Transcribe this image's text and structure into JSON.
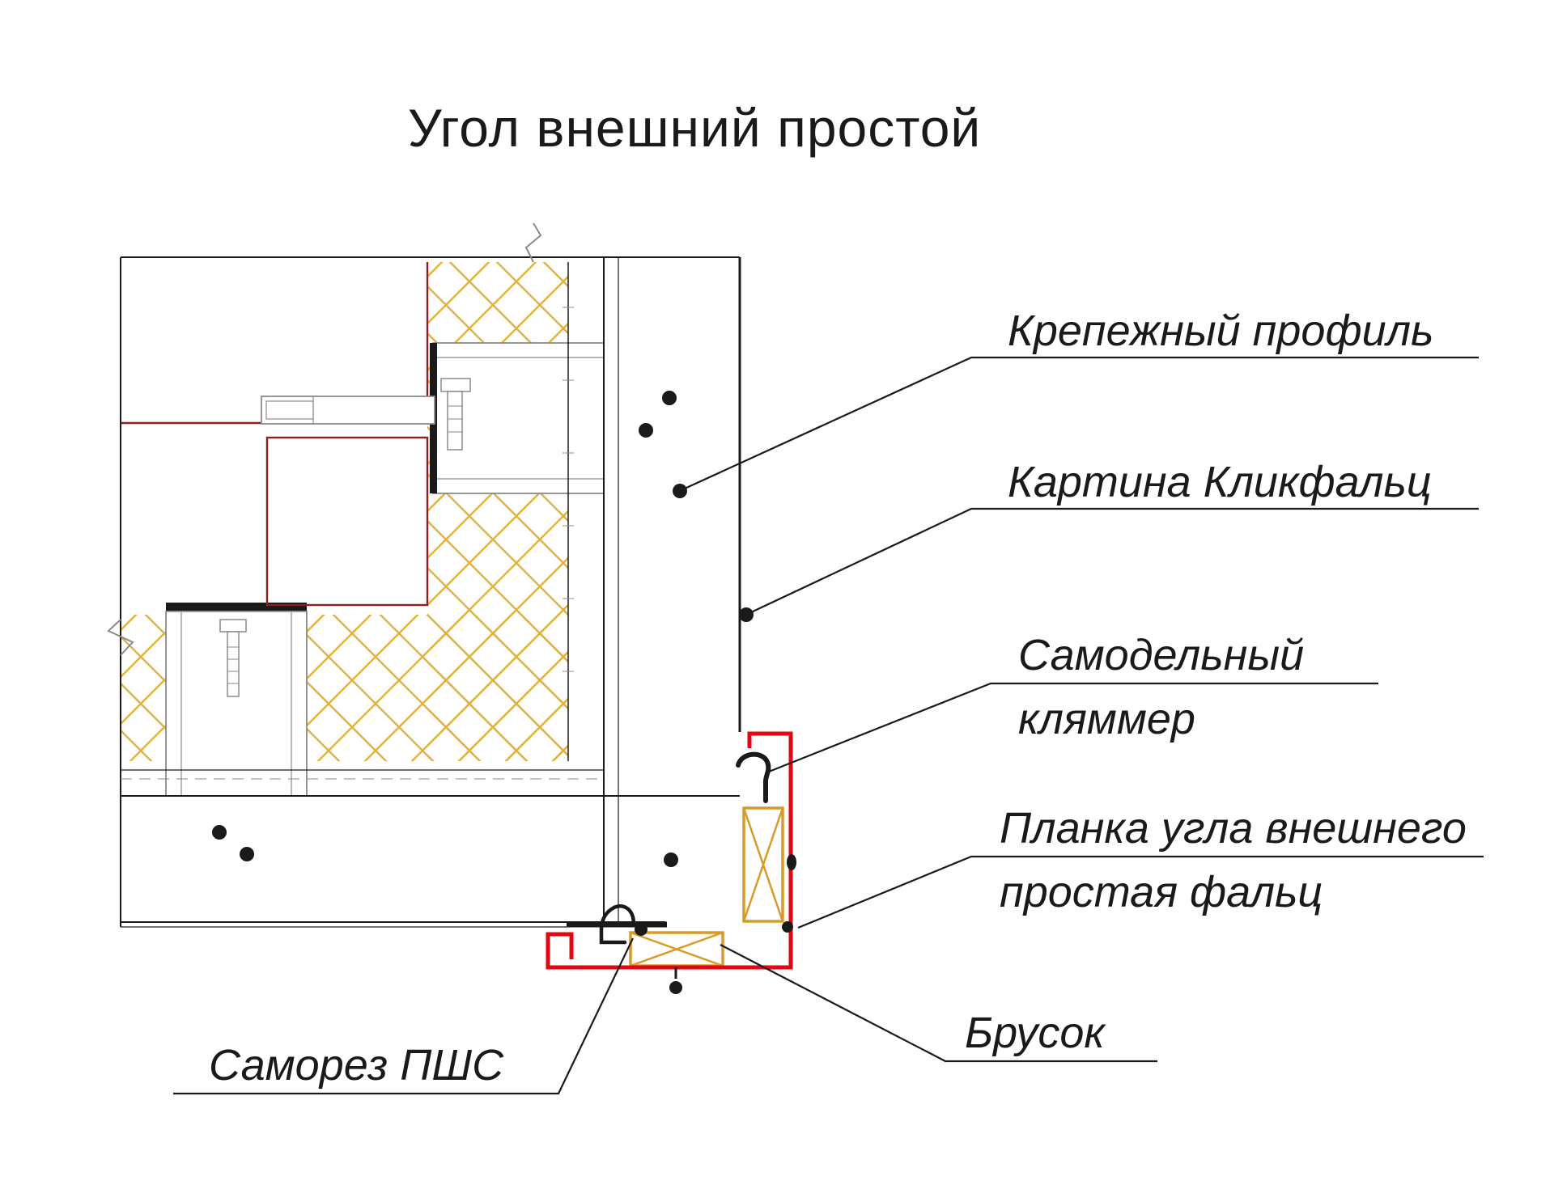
{
  "title": "Угол внешний простой",
  "labels": {
    "krepezhny_profil": {
      "text": "Крепежный профиль"
    },
    "kartina_klikfalts": {
      "text": "Картина Кликфальц"
    },
    "samodelny_klyammer": {
      "line1": "Самодельный",
      "line2": "кляммер"
    },
    "planka_ugla": {
      "line1": "Планка угла внешнего",
      "line2": "простая фальц"
    },
    "brusok": {
      "text": "Брусок"
    },
    "samorez": {
      "text": "Саморез ПШС"
    }
  },
  "colors": {
    "ink": "#1a1a1a",
    "line-gray": "#8a8a8a",
    "insulation-yellow": "#e2b23c",
    "wood-yellow": "#d89a28",
    "trim-red": "#e30613",
    "interior-red": "#8e1f1f",
    "bg": "#ffffff"
  }
}
